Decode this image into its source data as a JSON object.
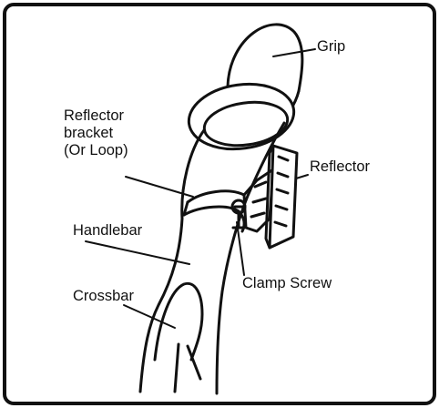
{
  "diagram": {
    "labels": {
      "grip": "Grip",
      "reflector_bracket_line1": "Reflector",
      "reflector_bracket_line2": "bracket",
      "reflector_bracket_line3": "(Or Loop)",
      "reflector": "Reflector",
      "handlebar": "Handlebar",
      "clamp_screw": "Clamp Screw",
      "crossbar": "Crossbar"
    },
    "colors": {
      "line": "#111111",
      "background": "#ffffff"
    }
  }
}
